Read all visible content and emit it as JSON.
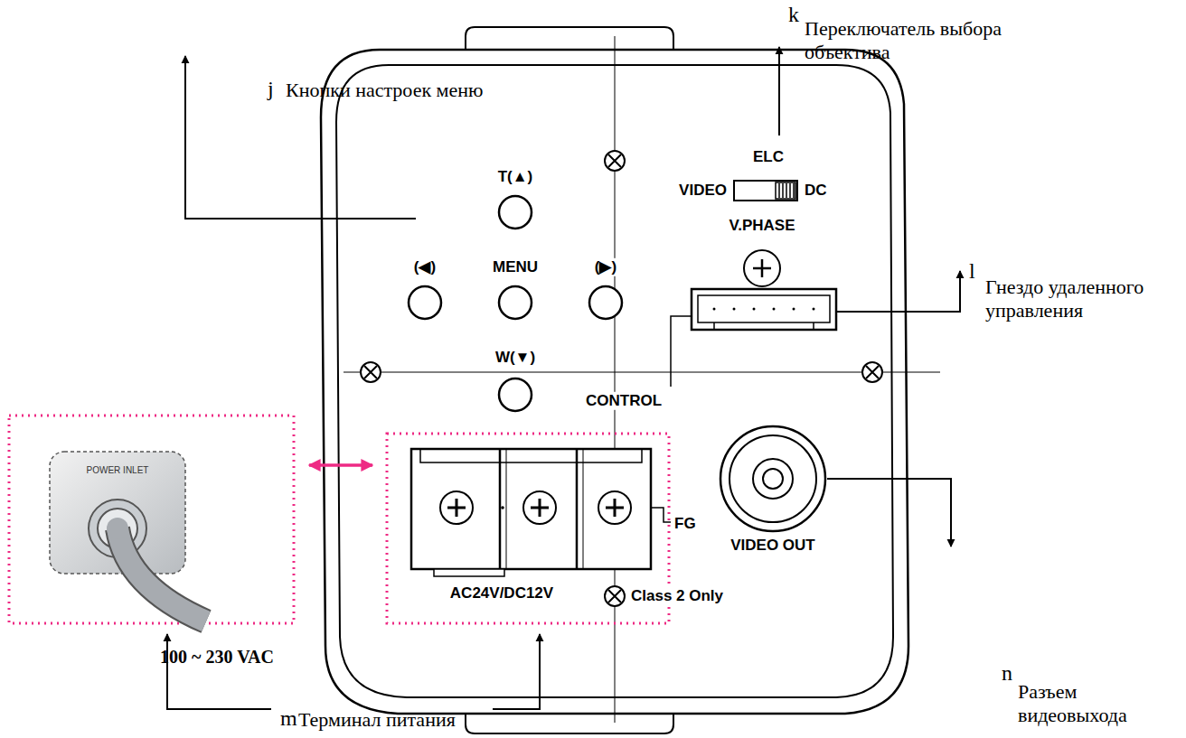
{
  "diagram": {
    "labels": [
      "j",
      "Кнопки настроек меню",
      "k",
      "Переключатель выбора объектива",
      "T(▲)",
      "ELC",
      "VIDEO",
      "DC",
      "(◀)",
      "MENU",
      "(▶)",
      "V.PHASE",
      "l",
      "Гнездо удаленного управления",
      "W(▼)",
      "CONTROL",
      "POWER INLET",
      "FG",
      "VIDEO OUT",
      "n",
      "Разъем видеовыхода",
      "AC24V/DC12V",
      "Class 2 Only",
      "100 ~ 230 VAC",
      "m",
      "Терминал питания"
    ]
  }
}
